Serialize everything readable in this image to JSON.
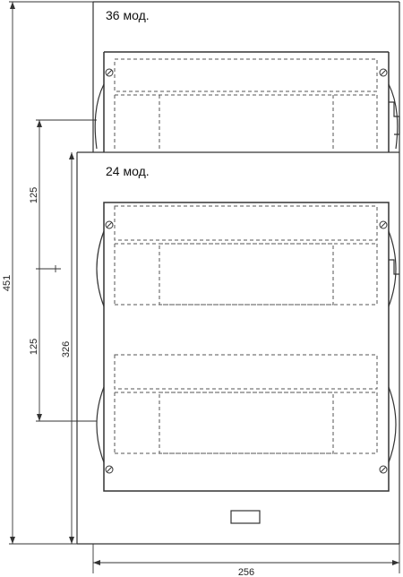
{
  "labels": {
    "upper_module": "36 мод.",
    "lower_module": "24 мод."
  },
  "dimensions": {
    "total_height": "451",
    "lower_height": "326",
    "spacing_top": "125",
    "spacing_bottom": "125",
    "width": "256"
  },
  "colors": {
    "line": "#333333",
    "dashed": "#555555",
    "background": "#ffffff"
  }
}
